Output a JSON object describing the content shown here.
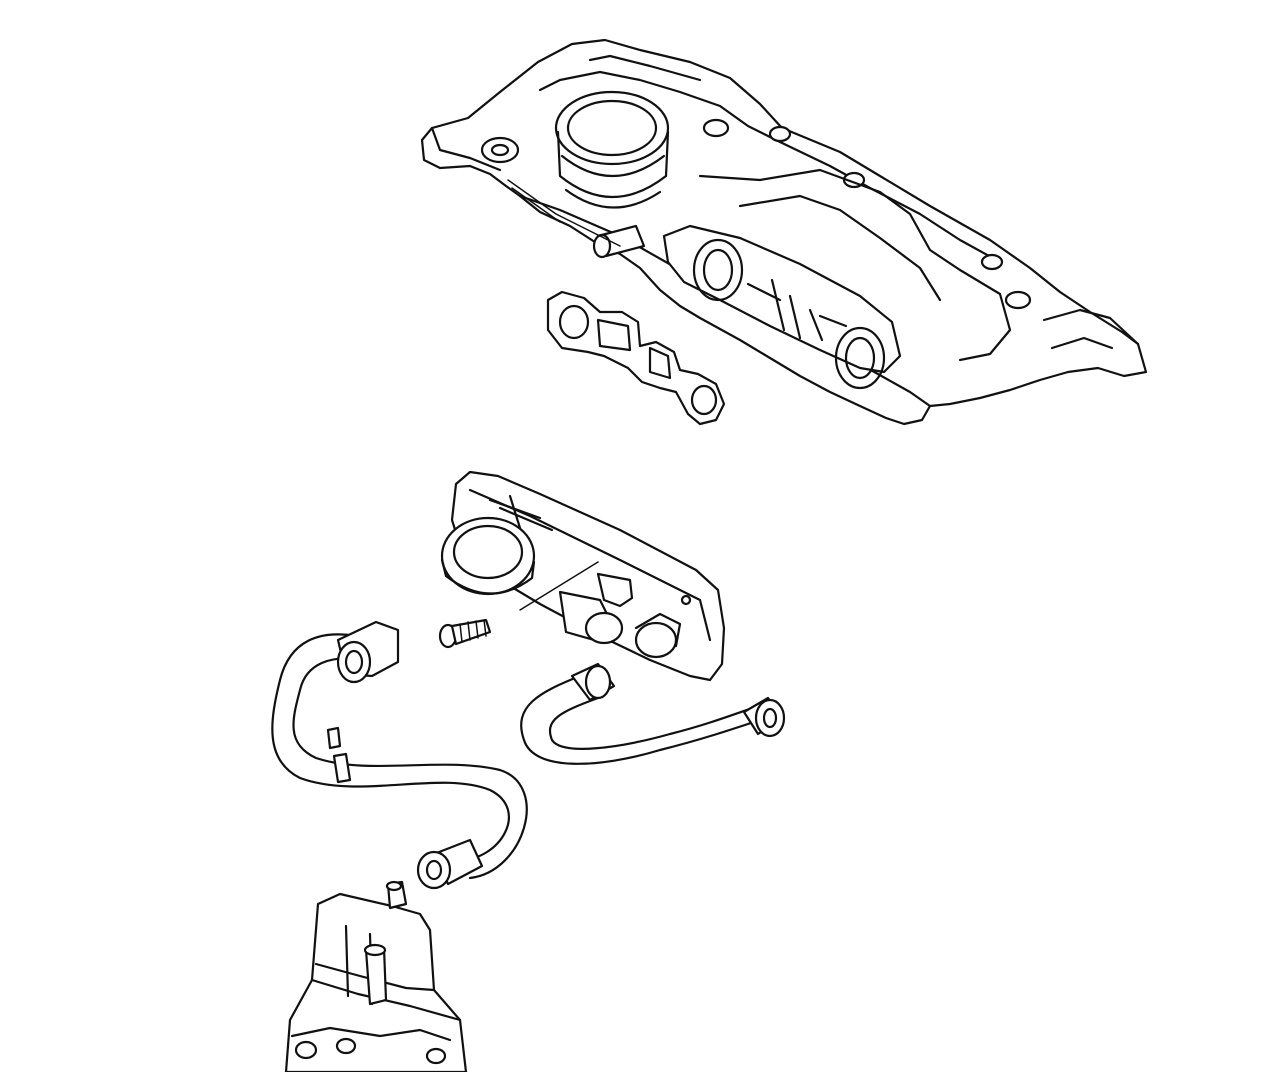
{
  "diagram": {
    "line_color": "#111111",
    "background": "#ffffff",
    "parts": [
      {
        "id": "valve-cover",
        "icon": "valve-cover-icon"
      },
      {
        "id": "gasket",
        "icon": "gasket-icon"
      },
      {
        "id": "pcv-breather-cover",
        "icon": "breather-cover-icon"
      },
      {
        "id": "screw",
        "icon": "screw-icon"
      },
      {
        "id": "breather-hose-left",
        "icon": "hose-icon"
      },
      {
        "id": "breather-hose-right",
        "icon": "hose-icon"
      },
      {
        "id": "oil-separator",
        "icon": "oil-separator-icon"
      }
    ]
  }
}
